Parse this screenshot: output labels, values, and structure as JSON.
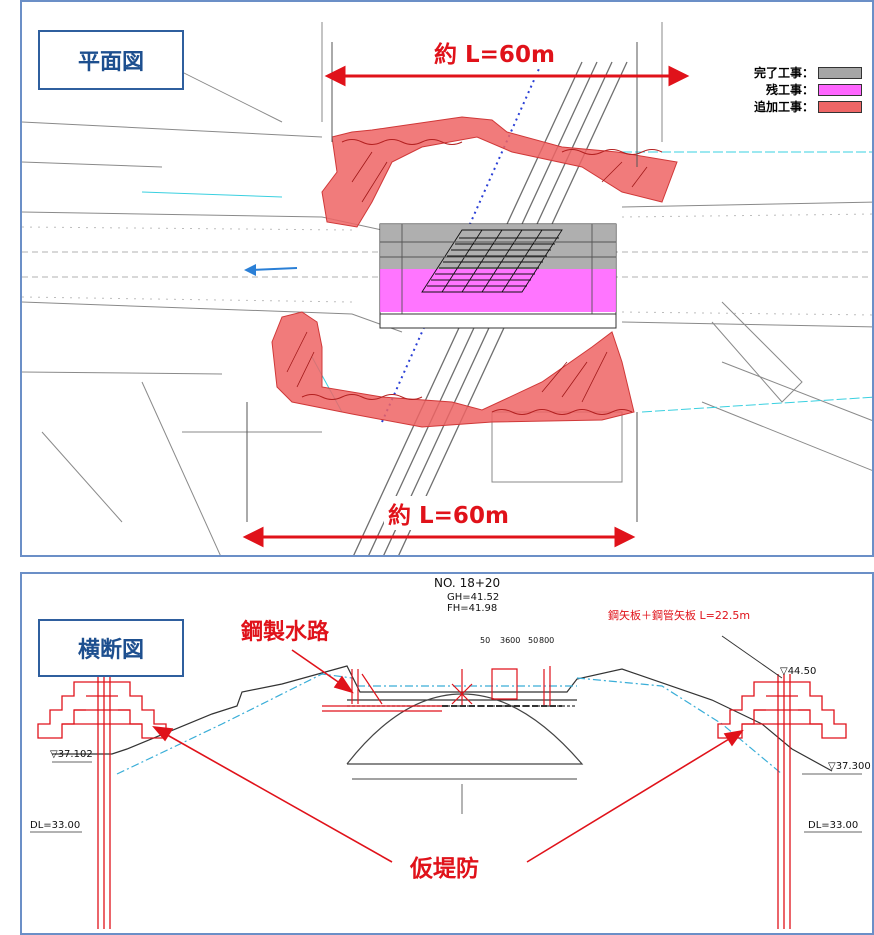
{
  "plan": {
    "title": "平面図",
    "width_label_top": "約 L=60m",
    "width_label_bottom": "約 L=60m",
    "legend": [
      {
        "label": "完了工事：",
        "color": "#a6a6a6"
      },
      {
        "label": "残工事：",
        "color": "#ff66ff"
      },
      {
        "label": "追加工事：",
        "color": "#ee6666"
      }
    ]
  },
  "section": {
    "title": "横断図",
    "steel_channel_label": "鋼製水路",
    "temporary_levee_label": "仮堤防",
    "station": "NO. 18+20",
    "gh": "GH=41.52",
    "fh": "FH=41.98",
    "sheet_pile_label": "鋼矢板＋鋼管矢板  L=22.5m",
    "crest_level": "▽44.50",
    "left_ground_level": "▽37.102",
    "right_ground_level": "▽37.300",
    "left_datum": "DL=33.00",
    "right_datum": "DL=33.00",
    "dim_labels": [
      "50",
      "3600",
      "50",
      "800"
    ]
  },
  "colors": {
    "accent_red": "#e0121a",
    "panel_border": "#6b8fc7",
    "title_text": "#1d4f8f"
  }
}
